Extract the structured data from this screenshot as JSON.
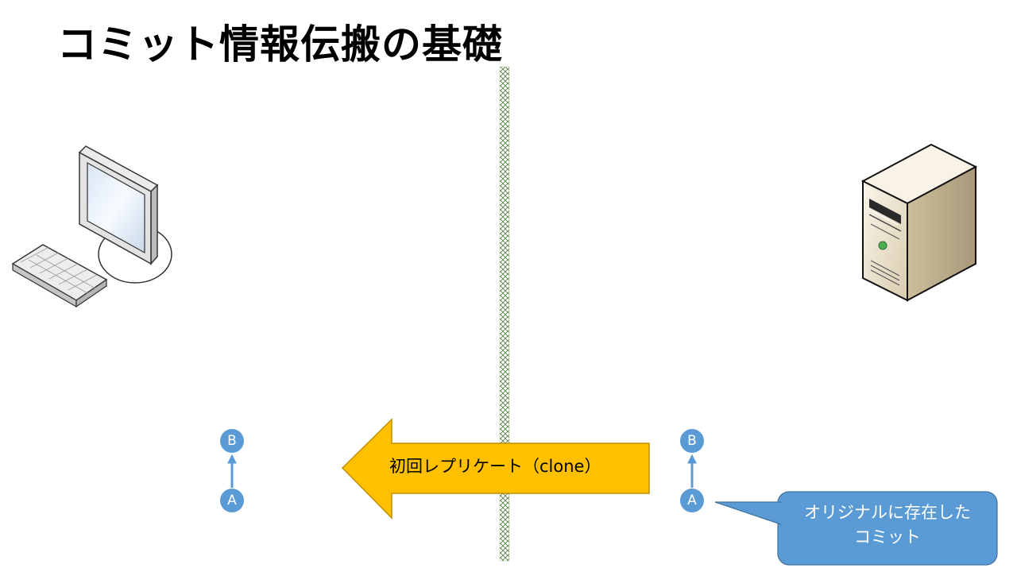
{
  "title": "コミット情報伝搬の基礎",
  "icons": {
    "client": "desktop-computer-icon",
    "server": "tower-server-icon"
  },
  "local_repo": {
    "commits": [
      "A",
      "B"
    ]
  },
  "remote_repo": {
    "commits": [
      "A",
      "B"
    ]
  },
  "transfer": {
    "label": "初回レプリケート（clone）",
    "direction": "remote-to-local"
  },
  "callout": {
    "lines": [
      "オリジナルに存在した",
      "コミット"
    ]
  },
  "colors": {
    "commit": "#5b9bd5",
    "arrow_fill": "#ffc000",
    "arrow_stroke": "#bf9000",
    "callout": "#5b9bd5",
    "boundary": "#70ad47"
  }
}
